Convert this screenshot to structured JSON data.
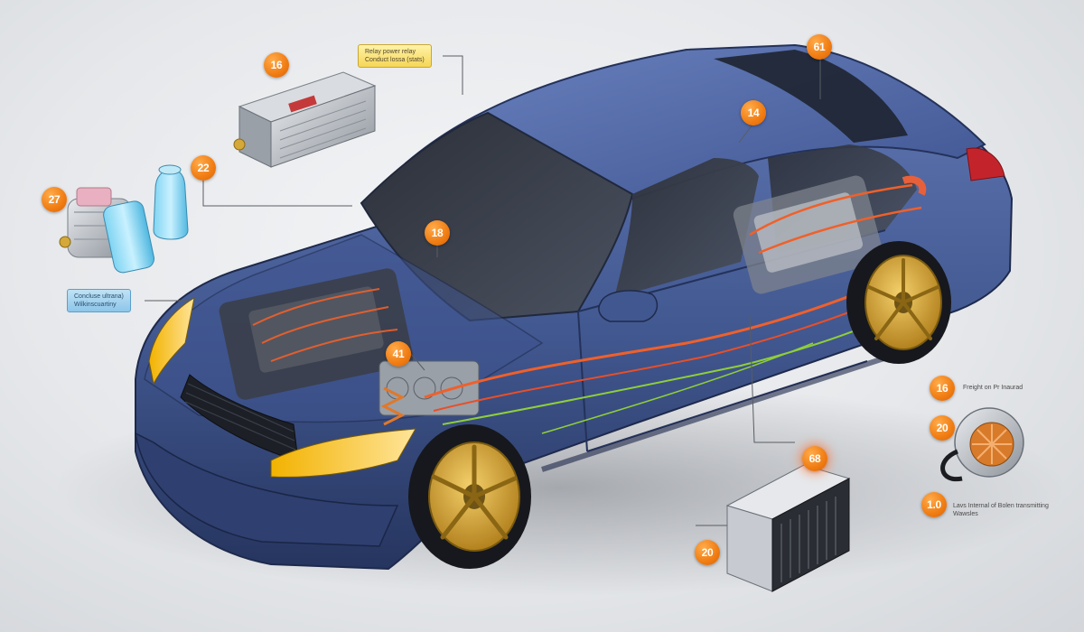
{
  "callouts": {
    "b1": "16",
    "b2": "61",
    "b3": "22",
    "b4": "27",
    "b5": "14",
    "b6": "18",
    "b7": "41",
    "b8": "68",
    "b9": "20",
    "b10": "16",
    "b11": "20",
    "b12": "1.0"
  },
  "tags": {
    "relay_tag_line1": "Relay power relay",
    "relay_tag_line2": "Conduct lossa (stats)",
    "intake_tag_line1": "Concluse ultrana)",
    "intake_tag_line2": "Wilkinscuartiny"
  },
  "captions": {
    "legend_16": "Freight on Pr Inaurad",
    "legend_10_line1": "Lavs Internal of Bolen transmitting",
    "legend_10_line2": "Wawsles"
  },
  "colors": {
    "body_blue": "#3f548f",
    "badge_orange": "#f07c12",
    "wire_orange": "#f0602a",
    "wire_green": "#8fcf3a",
    "rim_gold": "#c99a2e"
  }
}
